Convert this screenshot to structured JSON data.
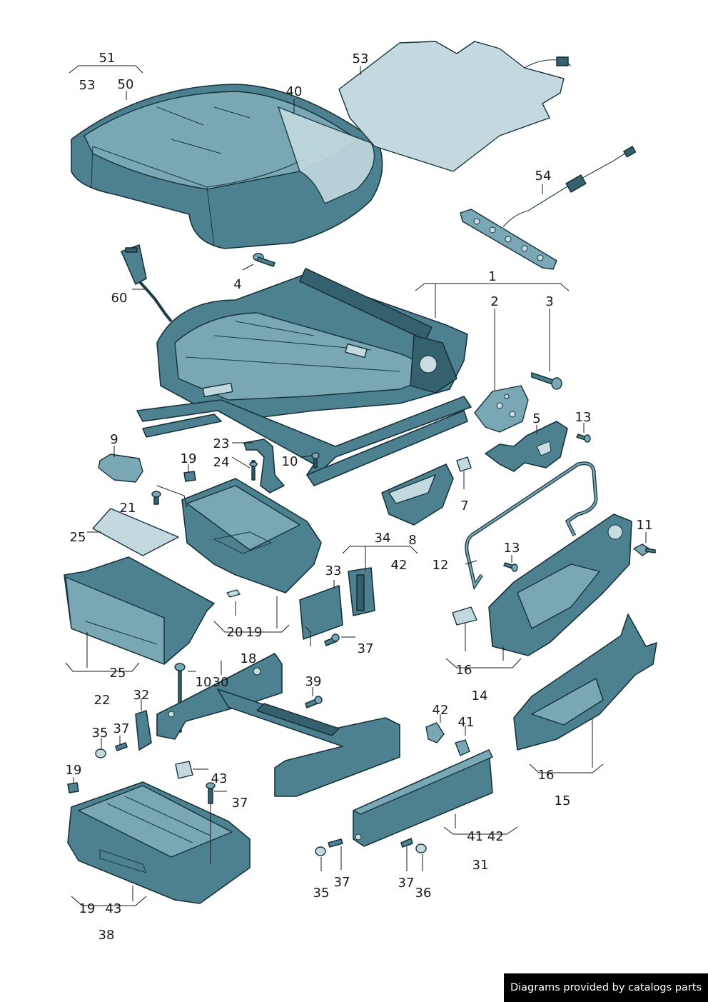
{
  "callouts": [
    "51",
    "53",
    "50",
    "40",
    "53",
    "54",
    "4",
    "60",
    "1",
    "2",
    "3",
    "5",
    "13",
    "9",
    "23",
    "24",
    "10",
    "19",
    "21",
    "25",
    "7",
    "34",
    "8",
    "42",
    "33",
    "12",
    "13",
    "11",
    "20",
    "19",
    "37",
    "16",
    "14",
    "25",
    "22",
    "30",
    "18",
    "10",
    "39",
    "32",
    "35",
    "37",
    "42",
    "41",
    "19",
    "43",
    "37",
    "16",
    "15",
    "41 42",
    "31",
    "35",
    "37",
    "37",
    "36",
    "19",
    "43",
    "38"
  ],
  "footer": {
    "credit": "Diagrams provided by catalogs parts"
  },
  "colors": {
    "part": "#4e8190",
    "pad": "#c3d9df",
    "outline": "#16323b"
  }
}
